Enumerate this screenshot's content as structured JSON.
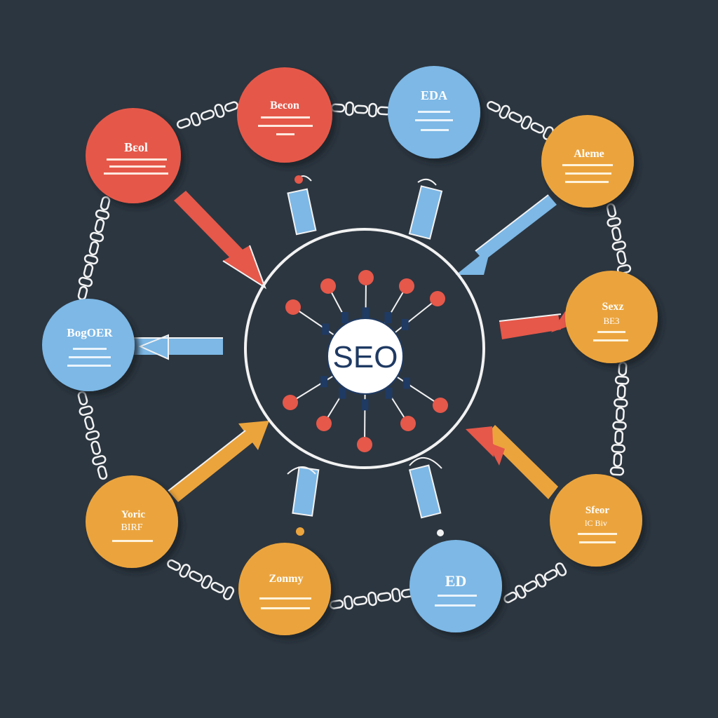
{
  "colors": {
    "background": "#2c3640",
    "red": "#e5584a",
    "blue": "#7db8e6",
    "orange": "#eba43c",
    "hub_fill": "#ffffff",
    "hub_text": "#1f3a63",
    "line": "#f2f2f2",
    "dark_blue": "#1f3a63"
  },
  "hub": {
    "label": "SEO"
  },
  "nodes": [
    {
      "id": "top-left-red",
      "color": "red",
      "heading": "Bɛol",
      "subtitle": ""
    },
    {
      "id": "top-red",
      "color": "red",
      "heading": "Becon",
      "subtitle": ""
    },
    {
      "id": "top-blue",
      "color": "blue",
      "heading": "EDA",
      "subtitle": ""
    },
    {
      "id": "top-right-orange",
      "color": "orange",
      "heading": "Aleme",
      "subtitle": ""
    },
    {
      "id": "left-blue",
      "color": "blue",
      "heading": "BogOER",
      "subtitle": ""
    },
    {
      "id": "right-orange",
      "color": "orange",
      "heading": "Sexz",
      "subtitle": "BE3"
    },
    {
      "id": "bottom-left-orange",
      "color": "orange",
      "heading": "Yoric",
      "subtitle": "BIRF"
    },
    {
      "id": "bottom-right-orange",
      "color": "orange",
      "heading": "Sfeor",
      "subtitle": "lC Biv"
    },
    {
      "id": "bottom-orange",
      "color": "orange",
      "heading": "Zonmy",
      "subtitle": ""
    },
    {
      "id": "bottom-blue",
      "color": "blue",
      "heading": "ED",
      "subtitle": ""
    }
  ]
}
